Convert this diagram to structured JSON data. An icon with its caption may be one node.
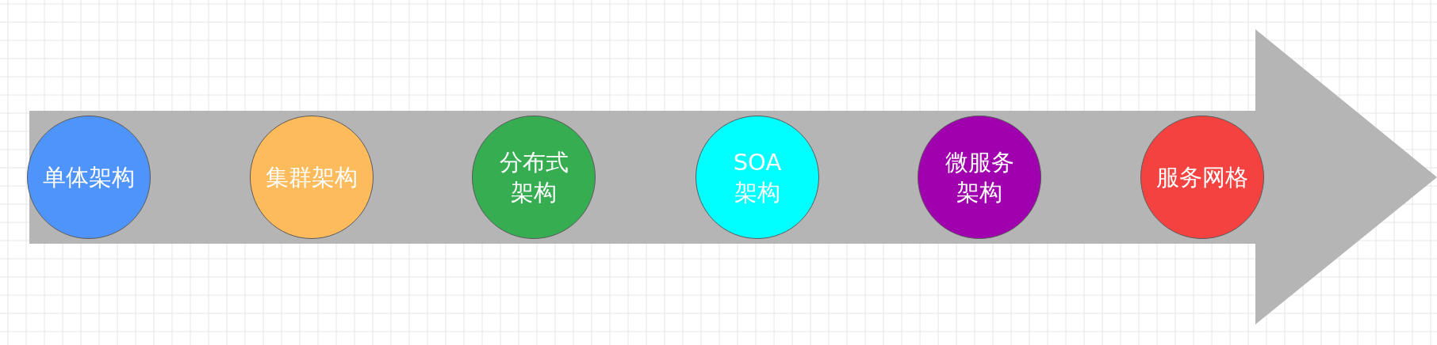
{
  "diagram": {
    "nodes": [
      {
        "text": [
          "单体架构"
        ]
      },
      {
        "text": [
          "集群架构"
        ]
      },
      {
        "text": [
          "分布式架构"
        ]
      },
      {
        "text": [
          "SOA架构"
        ]
      },
      {
        "text": [
          "微服务架构"
        ]
      },
      {
        "text": [
          "服务网格"
        ]
      }
    ]
  }
}
